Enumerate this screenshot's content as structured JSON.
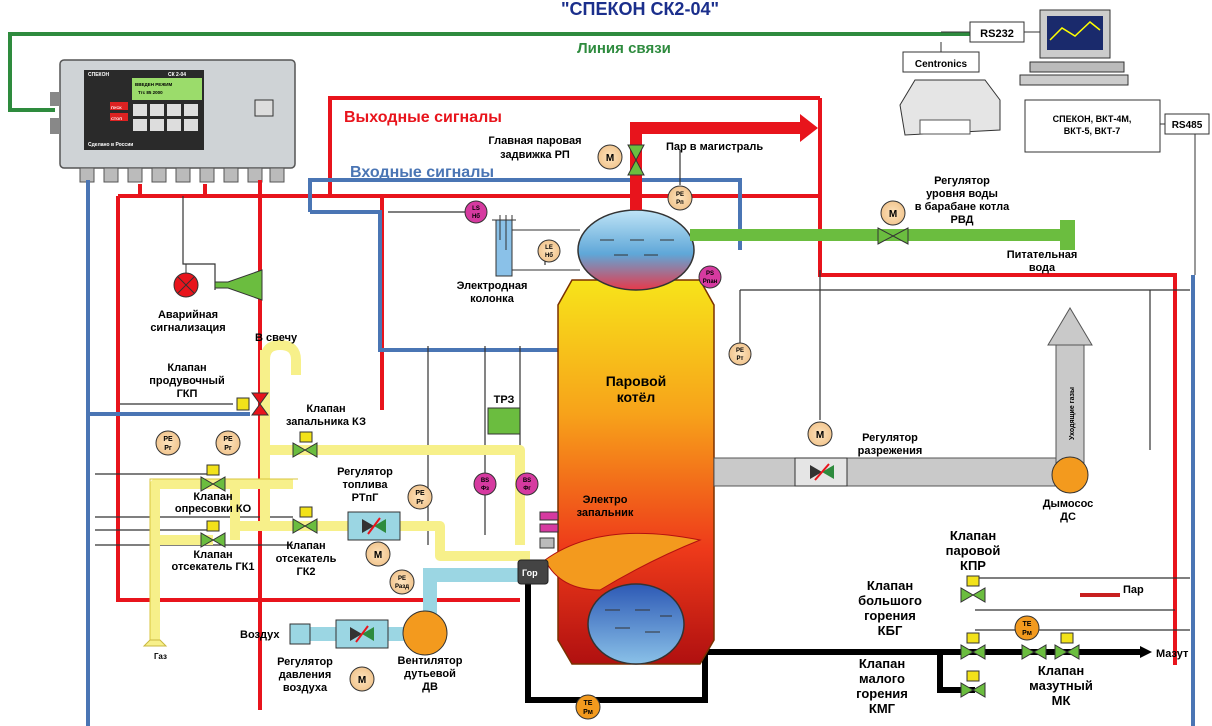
{
  "title": "\"СПЕКОН СК2-04\"",
  "comm_line": "Линия связи",
  "output_signals": "Выходные сигналы",
  "input_signals": "Входные сигналы",
  "controller": {
    "brand": "СПЕКОН",
    "model": "СК 2-04",
    "lcd_line1": "ВВЕДЕН РЕЖИМ",
    "lcd_line2": "Тгс 85 2000",
    "stop": "СТОП",
    "start": "ПУСК",
    "footer": "Сделано в России"
  },
  "interfaces": {
    "rs232": "RS232",
    "centronics": "Centronics",
    "rs485": "RS485",
    "devices": [
      "СПЕКОН, ВКТ-4М,",
      "ВКТ-5, ВКТ-7"
    ]
  },
  "alarm": [
    "Аварийная",
    "сигнализация"
  ],
  "boiler": [
    "Паровой",
    "котёл"
  ],
  "main_valve": [
    "Главная паровая",
    "задвижка РП"
  ],
  "steam_out": "Пар в магистраль",
  "water_reg": [
    "Регулятор",
    "уровня воды",
    "в барабане котла",
    "РВД"
  ],
  "feed_water": [
    "Питательная",
    "вода"
  ],
  "electrode_col": [
    "Электродная",
    "колонка"
  ],
  "candle": "В свечу",
  "purge_valve": [
    "Клапан",
    "продувочный",
    "ГКП"
  ],
  "igniter_valve": [
    "Клапан",
    "запальника КЗ"
  ],
  "trz": "ТРЗ",
  "pressure_test": [
    "Клапан",
    "опресовки КО"
  ],
  "cutoff1": [
    "Клапан",
    "отсекатель ГК1"
  ],
  "cutoff2": [
    "Клапан",
    "отсекатель",
    "ГК2"
  ],
  "fuel_reg": [
    "Регулятор",
    "топлива",
    "РТпГ"
  ],
  "igniter": [
    "Электро",
    "запальник"
  ],
  "draft_reg": [
    "Регулятор",
    "разрежения"
  ],
  "exhaust": "Уходящие газы",
  "smoke_fan": [
    "Дымосос",
    "ДС"
  ],
  "steam_valve": [
    "Клапан",
    "паровой",
    "КПР"
  ],
  "steam": "Пар",
  "big_burn": [
    "Клапан",
    "большого",
    "горения",
    "КБГ"
  ],
  "small_burn": [
    "Клапан",
    "малого",
    "горения",
    "КМГ"
  ],
  "oil_valve": [
    "Клапан",
    "мазутный",
    "МК"
  ],
  "mazut": "Мазут",
  "air": "Воздух",
  "air_reg": [
    "Регулятор",
    "давления",
    "воздуха"
  ],
  "blower": [
    "Вентилятор",
    "дутьевой",
    "ДВ"
  ],
  "gas": "Газ",
  "burner": "Гор",
  "sensors": {
    "pe_pp": [
      "PE",
      "Рп"
    ],
    "ls": [
      "LS",
      "Нб"
    ],
    "le": [
      "LE",
      "Нб"
    ],
    "ps": [
      "PS",
      "Рпан"
    ],
    "pe_pt1": [
      "PE",
      "Рт"
    ],
    "pe_pt2": [
      "PE",
      "Рт"
    ],
    "pe_pr1": [
      "PE",
      "Рг"
    ],
    "pe_pr2": [
      "PE",
      "Рг"
    ],
    "pe_pr3": [
      "PE",
      "Рг"
    ],
    "pe_razd": [
      "PE",
      "Разд"
    ],
    "bs1": [
      "BS",
      "Фз"
    ],
    "bs2": [
      "BS",
      "Фг"
    ],
    "te_pm1": [
      "TE",
      "Рм"
    ],
    "te_pm2": [
      "TE",
      "Рм"
    ],
    "m": "M"
  },
  "colors": {
    "output": "#e8141c",
    "input": "#4a75b4",
    "comm": "#2e8b3e",
    "gas_pipe": "#f7f08a",
    "water": "#6bbd3f",
    "mazut_pipe": "#000000",
    "air_pipe": "#9bd6e3"
  }
}
